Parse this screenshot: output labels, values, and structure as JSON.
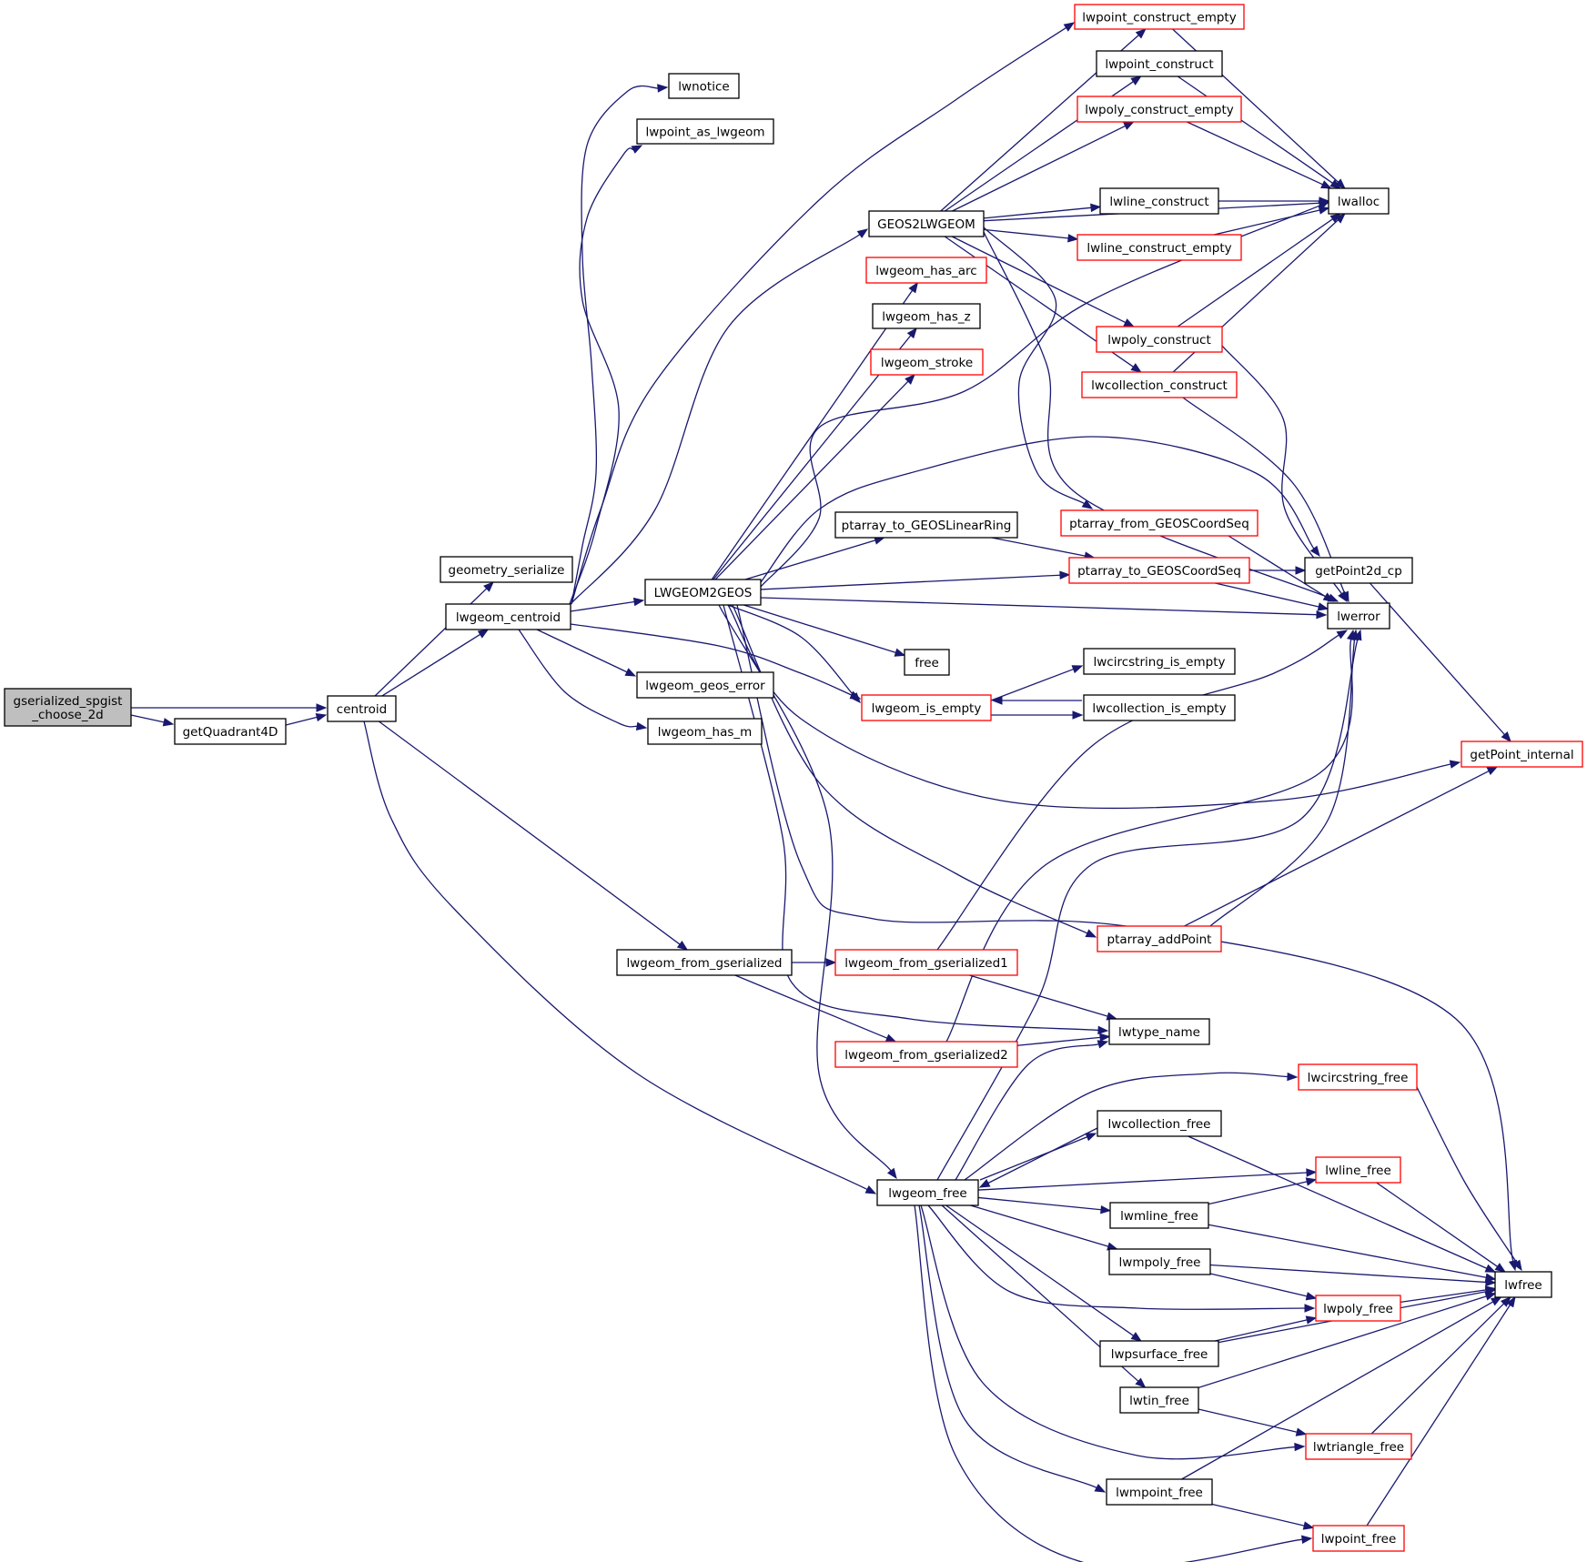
{
  "colors": {
    "edge": "#191970",
    "border_default": "#000000",
    "border_truncated": "#ff0000",
    "fill_default": "#ffffff",
    "fill_root": "#bfbfbf"
  },
  "nodes": [
    {
      "id": "root",
      "lines": [
        "gserialized_spgist",
        "_choose_2d"
      ],
      "style": "root"
    },
    {
      "id": "getQuadrant4D",
      "lines": [
        "getQuadrant4D"
      ],
      "style": "default"
    },
    {
      "id": "centroid",
      "lines": [
        "centroid"
      ],
      "style": "default"
    },
    {
      "id": "geometry_serialize",
      "lines": [
        "geometry_serialize"
      ],
      "style": "default"
    },
    {
      "id": "lwgeom_centroid",
      "lines": [
        "lwgeom_centroid"
      ],
      "style": "default"
    },
    {
      "id": "lwgeom_from_gserialized",
      "lines": [
        "lwgeom_from_gserialized"
      ],
      "style": "default"
    },
    {
      "id": "lwnotice",
      "lines": [
        "lwnotice"
      ],
      "style": "default"
    },
    {
      "id": "lwpoint_as_lwgeom",
      "lines": [
        "lwpoint_as_lwgeom"
      ],
      "style": "default"
    },
    {
      "id": "LWGEOM2GEOS",
      "lines": [
        "LWGEOM2GEOS"
      ],
      "style": "default"
    },
    {
      "id": "lwgeom_geos_error",
      "lines": [
        "lwgeom_geos_error"
      ],
      "style": "default"
    },
    {
      "id": "lwgeom_has_m",
      "lines": [
        "lwgeom_has_m"
      ],
      "style": "default"
    },
    {
      "id": "GEOS2LWGEOM",
      "lines": [
        "GEOS2LWGEOM"
      ],
      "style": "default"
    },
    {
      "id": "lwgeom_has_arc",
      "lines": [
        "lwgeom_has_arc"
      ],
      "style": "truncated"
    },
    {
      "id": "lwgeom_has_z",
      "lines": [
        "lwgeom_has_z"
      ],
      "style": "default"
    },
    {
      "id": "lwgeom_stroke",
      "lines": [
        "lwgeom_stroke"
      ],
      "style": "truncated"
    },
    {
      "id": "ptarray_to_GEOSLinearRing",
      "lines": [
        "ptarray_to_GEOSLinearRing"
      ],
      "style": "default"
    },
    {
      "id": "free",
      "lines": [
        "free"
      ],
      "style": "default"
    },
    {
      "id": "lwgeom_is_empty",
      "lines": [
        "lwgeom_is_empty"
      ],
      "style": "truncated"
    },
    {
      "id": "lwgeom_from_gserialized1",
      "lines": [
        "lwgeom_from_gserialized1"
      ],
      "style": "truncated"
    },
    {
      "id": "lwgeom_from_gserialized2",
      "lines": [
        "lwgeom_from_gserialized2"
      ],
      "style": "truncated"
    },
    {
      "id": "lwgeom_free",
      "lines": [
        "lwgeom_free"
      ],
      "style": "default"
    },
    {
      "id": "lwpoint_construct_empty",
      "lines": [
        "lwpoint_construct_empty"
      ],
      "style": "truncated"
    },
    {
      "id": "lwpoint_construct",
      "lines": [
        "lwpoint_construct"
      ],
      "style": "default"
    },
    {
      "id": "lwpoly_construct_empty",
      "lines": [
        "lwpoly_construct_empty"
      ],
      "style": "truncated"
    },
    {
      "id": "lwline_construct",
      "lines": [
        "lwline_construct"
      ],
      "style": "default"
    },
    {
      "id": "lwline_construct_empty",
      "lines": [
        "lwline_construct_empty"
      ],
      "style": "truncated"
    },
    {
      "id": "lwpoly_construct",
      "lines": [
        "lwpoly_construct"
      ],
      "style": "truncated"
    },
    {
      "id": "lwcollection_construct",
      "lines": [
        "lwcollection_construct"
      ],
      "style": "truncated"
    },
    {
      "id": "ptarray_from_GEOSCoordSeq",
      "lines": [
        "ptarray_from_GEOSCoordSeq"
      ],
      "style": "truncated"
    },
    {
      "id": "ptarray_to_GEOSCoordSeq",
      "lines": [
        "ptarray_to_GEOSCoordSeq"
      ],
      "style": "truncated"
    },
    {
      "id": "lwcircstring_is_empty",
      "lines": [
        "lwcircstring_is_empty"
      ],
      "style": "default"
    },
    {
      "id": "lwcollection_is_empty",
      "lines": [
        "lwcollection_is_empty"
      ],
      "style": "default"
    },
    {
      "id": "ptarray_addPoint",
      "lines": [
        "ptarray_addPoint"
      ],
      "style": "truncated"
    },
    {
      "id": "lwtype_name",
      "lines": [
        "lwtype_name"
      ],
      "style": "default"
    },
    {
      "id": "lwcircstring_free",
      "lines": [
        "lwcircstring_free"
      ],
      "style": "truncated"
    },
    {
      "id": "lwcollection_free",
      "lines": [
        "lwcollection_free"
      ],
      "style": "default"
    },
    {
      "id": "lwline_free",
      "lines": [
        "lwline_free"
      ],
      "style": "truncated"
    },
    {
      "id": "lwmline_free",
      "lines": [
        "lwmline_free"
      ],
      "style": "default"
    },
    {
      "id": "lwmpoly_free",
      "lines": [
        "lwmpoly_free"
      ],
      "style": "default"
    },
    {
      "id": "lwpoly_free",
      "lines": [
        "lwpoly_free"
      ],
      "style": "truncated"
    },
    {
      "id": "lwpsurface_free",
      "lines": [
        "lwpsurface_free"
      ],
      "style": "default"
    },
    {
      "id": "lwtin_free",
      "lines": [
        "lwtin_free"
      ],
      "style": "default"
    },
    {
      "id": "lwtriangle_free",
      "lines": [
        "lwtriangle_free"
      ],
      "style": "truncated"
    },
    {
      "id": "lwmpoint_free",
      "lines": [
        "lwmpoint_free"
      ],
      "style": "default"
    },
    {
      "id": "lwpoint_free",
      "lines": [
        "lwpoint_free"
      ],
      "style": "truncated"
    },
    {
      "id": "lwalloc",
      "lines": [
        "lwalloc"
      ],
      "style": "default"
    },
    {
      "id": "lwerror",
      "lines": [
        "lwerror"
      ],
      "style": "default"
    },
    {
      "id": "getPoint2d_cp",
      "lines": [
        "getPoint2d_cp"
      ],
      "style": "default"
    },
    {
      "id": "getPoint_internal",
      "lines": [
        "getPoint_internal"
      ],
      "style": "truncated"
    },
    {
      "id": "lwfree",
      "lines": [
        "lwfree"
      ],
      "style": "default"
    }
  ],
  "edges": [
    [
      "root",
      "centroid"
    ],
    [
      "root",
      "getQuadrant4D"
    ],
    [
      "getQuadrant4D",
      "centroid"
    ],
    [
      "centroid",
      "geometry_serialize"
    ],
    [
      "centroid",
      "lwgeom_centroid"
    ],
    [
      "centroid",
      "lwgeom_from_gserialized"
    ],
    [
      "centroid",
      "lwgeom_free"
    ],
    [
      "lwgeom_centroid",
      "lwnotice"
    ],
    [
      "lwgeom_centroid",
      "lwpoint_as_lwgeom"
    ],
    [
      "lwgeom_centroid",
      "lwpoint_construct_empty"
    ],
    [
      "lwgeom_centroid",
      "GEOS2LWGEOM"
    ],
    [
      "lwgeom_centroid",
      "LWGEOM2GEOS"
    ],
    [
      "lwgeom_centroid",
      "lwgeom_is_empty"
    ],
    [
      "lwgeom_centroid",
      "lwgeom_geos_error"
    ],
    [
      "lwgeom_centroid",
      "lwgeom_has_m"
    ],
    [
      "GEOS2LWGEOM",
      "lwpoint_construct_empty"
    ],
    [
      "GEOS2LWGEOM",
      "lwpoint_construct"
    ],
    [
      "GEOS2LWGEOM",
      "lwpoly_construct_empty"
    ],
    [
      "GEOS2LWGEOM",
      "lwalloc"
    ],
    [
      "GEOS2LWGEOM",
      "lwline_construct"
    ],
    [
      "GEOS2LWGEOM",
      "lwline_construct_empty"
    ],
    [
      "GEOS2LWGEOM",
      "lwpoly_construct"
    ],
    [
      "GEOS2LWGEOM",
      "lwcollection_construct"
    ],
    [
      "GEOS2LWGEOM",
      "ptarray_from_GEOSCoordSeq"
    ],
    [
      "GEOS2LWGEOM",
      "lwerror"
    ],
    [
      "LWGEOM2GEOS",
      "lwgeom_has_arc"
    ],
    [
      "LWGEOM2GEOS",
      "lwgeom_has_z"
    ],
    [
      "LWGEOM2GEOS",
      "lwgeom_stroke"
    ],
    [
      "LWGEOM2GEOS",
      "lwalloc"
    ],
    [
      "LWGEOM2GEOS",
      "getPoint2d_cp"
    ],
    [
      "LWGEOM2GEOS",
      "ptarray_to_GEOSLinearRing"
    ],
    [
      "LWGEOM2GEOS",
      "ptarray_to_GEOSCoordSeq"
    ],
    [
      "LWGEOM2GEOS",
      "lwerror"
    ],
    [
      "LWGEOM2GEOS",
      "free"
    ],
    [
      "LWGEOM2GEOS",
      "lwgeom_is_empty"
    ],
    [
      "LWGEOM2GEOS",
      "getPoint_internal"
    ],
    [
      "LWGEOM2GEOS",
      "ptarray_addPoint"
    ],
    [
      "LWGEOM2GEOS",
      "lwfree"
    ],
    [
      "LWGEOM2GEOS",
      "lwtype_name"
    ],
    [
      "LWGEOM2GEOS",
      "lwgeom_free"
    ],
    [
      "lwpoint_construct_empty",
      "lwalloc"
    ],
    [
      "lwpoint_construct",
      "lwalloc"
    ],
    [
      "lwpoly_construct_empty",
      "lwalloc"
    ],
    [
      "lwline_construct",
      "lwalloc"
    ],
    [
      "lwline_construct_empty",
      "lwalloc"
    ],
    [
      "lwpoly_construct",
      "lwalloc"
    ],
    [
      "lwpoly_construct",
      "lwerror"
    ],
    [
      "lwcollection_construct",
      "lwalloc"
    ],
    [
      "lwcollection_construct",
      "lwerror"
    ],
    [
      "ptarray_from_GEOSCoordSeq",
      "lwerror"
    ],
    [
      "ptarray_to_GEOSLinearRing",
      "ptarray_to_GEOSCoordSeq"
    ],
    [
      "ptarray_to_GEOSCoordSeq",
      "getPoint2d_cp"
    ],
    [
      "ptarray_to_GEOSCoordSeq",
      "lwerror"
    ],
    [
      "getPoint2d_cp",
      "getPoint_internal"
    ],
    [
      "lwgeom_is_empty",
      "lwcircstring_is_empty"
    ],
    [
      "lwgeom_is_empty",
      "lwcollection_is_empty"
    ],
    [
      "lwcollection_is_empty",
      "lwgeom_is_empty"
    ],
    [
      "ptarray_addPoint",
      "lwerror"
    ],
    [
      "ptarray_addPoint",
      "getPoint_internal"
    ],
    [
      "lwgeom_from_gserialized",
      "lwgeom_from_gserialized1"
    ],
    [
      "lwgeom_from_gserialized",
      "lwgeom_from_gserialized2"
    ],
    [
      "lwgeom_from_gserialized1",
      "lwerror"
    ],
    [
      "lwgeom_from_gserialized1",
      "lwtype_name"
    ],
    [
      "lwgeom_from_gserialized2",
      "lwerror"
    ],
    [
      "lwgeom_from_gserialized2",
      "lwtype_name"
    ],
    [
      "lwgeom_free",
      "lwerror"
    ],
    [
      "lwgeom_free",
      "lwtype_name"
    ],
    [
      "lwgeom_free",
      "lwcircstring_free"
    ],
    [
      "lwgeom_free",
      "lwcollection_free"
    ],
    [
      "lwgeom_free",
      "lwline_free"
    ],
    [
      "lwgeom_free",
      "lwmline_free"
    ],
    [
      "lwgeom_free",
      "lwmpoly_free"
    ],
    [
      "lwgeom_free",
      "lwpoly_free"
    ],
    [
      "lwgeom_free",
      "lwpsurface_free"
    ],
    [
      "lwgeom_free",
      "lwtin_free"
    ],
    [
      "lwgeom_free",
      "lwtriangle_free"
    ],
    [
      "lwgeom_free",
      "lwmpoint_free"
    ],
    [
      "lwgeom_free",
      "lwpoint_free"
    ],
    [
      "lwcollection_free",
      "lwgeom_free"
    ],
    [
      "lwcollection_free",
      "lwfree"
    ],
    [
      "lwcircstring_free",
      "lwfree"
    ],
    [
      "lwline_free",
      "lwfree"
    ],
    [
      "lwmline_free",
      "lwline_free"
    ],
    [
      "lwmline_free",
      "lwfree"
    ],
    [
      "lwmpoly_free",
      "lwpoly_free"
    ],
    [
      "lwmpoly_free",
      "lwfree"
    ],
    [
      "lwpoly_free",
      "lwfree"
    ],
    [
      "lwpsurface_free",
      "lwpoly_free"
    ],
    [
      "lwpsurface_free",
      "lwfree"
    ],
    [
      "lwtin_free",
      "lwtriangle_free"
    ],
    [
      "lwtin_free",
      "lwfree"
    ],
    [
      "lwtriangle_free",
      "lwfree"
    ],
    [
      "lwmpoint_free",
      "lwpoint_free"
    ],
    [
      "lwmpoint_free",
      "lwfree"
    ],
    [
      "lwpoint_free",
      "lwfree"
    ]
  ]
}
